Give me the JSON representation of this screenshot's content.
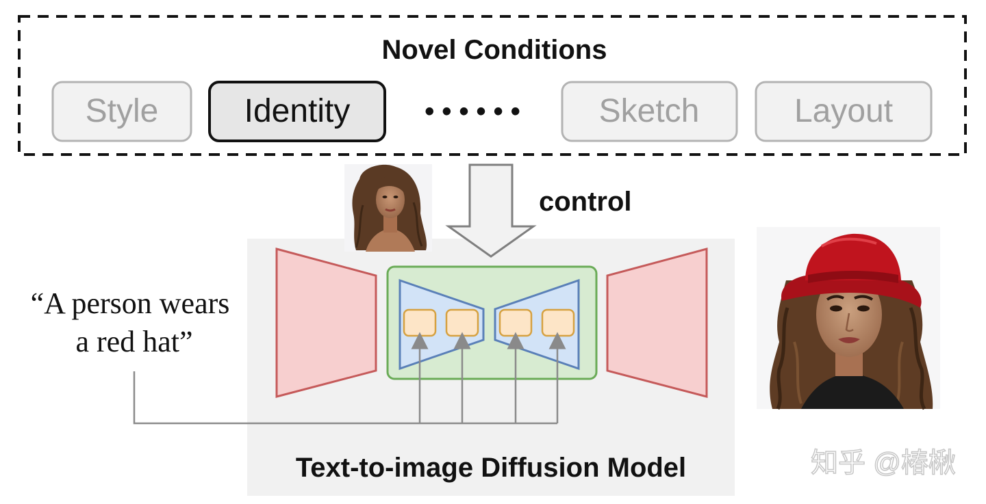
{
  "conditions": {
    "title": "Novel Conditions",
    "items": [
      {
        "label": "Style",
        "active": false
      },
      {
        "label": "Identity",
        "active": true
      },
      {
        "label": "Sketch",
        "active": false
      },
      {
        "label": "Layout",
        "active": false
      }
    ],
    "ellipsis": "• • • • • •"
  },
  "control_label": "control",
  "prompt": {
    "line1": "“A person wears",
    "line2": "a red hat”"
  },
  "model_label": "Text-to-image Diffusion Model",
  "watermark": "知乎 @椿楸",
  "colors": {
    "encoder_fill": "#f7cfcf",
    "encoder_stroke": "#c55a5a",
    "adapter_fill": "#d7ebd1",
    "adapter_stroke": "#6aab57",
    "inner_fill": "#d2e3f7",
    "inner_stroke": "#5a80b8",
    "block_fill": "#fde5c7",
    "block_stroke": "#d6a140",
    "model_bg": "#f1f1f1",
    "active_box_fill": "#e6e6e6",
    "inactive_box_fill": "#f2f2f2",
    "inactive_text": "#a0a0a0",
    "hat_red": "#c0141e"
  }
}
